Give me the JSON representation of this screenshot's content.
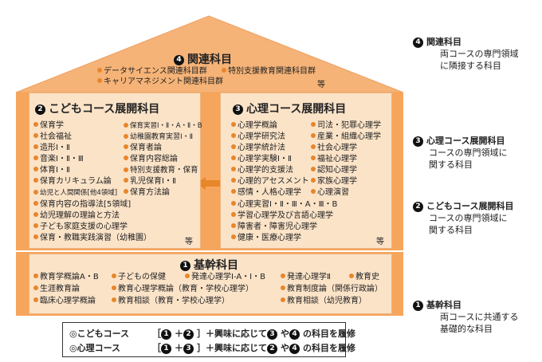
{
  "roof": {
    "number": "4",
    "title": "関連科目",
    "items": [
      "データサイエンス関連科目群",
      "特別支援教育関連科目群",
      "キャリアマネジメント関連科目群"
    ],
    "etc": "等"
  },
  "kodomo": {
    "number": "2",
    "title": "こどもコース展開科目",
    "col1": [
      "保育学",
      "社会福祉",
      "造形Ⅰ・Ⅱ",
      "音楽Ⅰ・Ⅱ・Ⅲ",
      "体育Ⅰ・Ⅱ",
      "保育カリキュラム論",
      "幼児と人間関係[他4領域]"
    ],
    "col2": [
      "保育実習Ⅰ・Ⅱ・A・Ⅱ・B",
      "幼稚園教育実習Ⅰ・Ⅱ",
      "保育者論",
      "保育内容総論",
      "特別支援教育・保育",
      "乳児保育Ⅰ・Ⅱ",
      "保育方法論"
    ],
    "wide": [
      "保育内容の指導法[5領域]",
      "幼児理解の理論と方法",
      "子ども家庭支援の心理学",
      "保育・教職実践演習（幼稚園）"
    ],
    "etc": "等"
  },
  "shinri": {
    "number": "3",
    "title": "心理コース展開科目",
    "col1": [
      "心理学概論",
      "心理学研究法",
      "心理学統計法",
      "心理学実験Ⅰ・Ⅱ",
      "心理学的支援法",
      "心理的アセスメント",
      "感情・人格心理学"
    ],
    "col2": [
      "司法・犯罪心理学",
      "産業・組織心理学",
      "社会心理学",
      "福祉心理学",
      "認知心理学",
      "家族心理学",
      "心理演習"
    ],
    "wide": [
      "心理実習Ⅰ・Ⅱ・Ⅲ・A・Ⅲ・B",
      "学習心理学及び言語心理学",
      "障害者・障害児心理学",
      "健康・医療心理学"
    ],
    "etc": "等"
  },
  "kikan": {
    "number": "1",
    "title": "基幹科目",
    "col1": [
      "教育学概論A・B",
      "生涯教育論",
      "臨床心理学概論"
    ],
    "col2": [
      "子どもの保健",
      "教育心理学概論（教育・学校心理学）",
      "教育相談（教育・学校心理学）"
    ],
    "col3": [
      "発達心理学Ⅰ-A・Ⅰ・B"
    ],
    "col4": [
      "発達心理学Ⅱ",
      "教育制度論（関係行政論）",
      "教育相談（幼児教育）"
    ],
    "col5": [
      "教育史"
    ]
  },
  "side": [
    {
      "number": "4",
      "title": "関連科目",
      "desc": [
        "両コースの専門領域",
        "に隣接する科目"
      ]
    },
    {
      "number": "3",
      "title": "心理コース展開科目",
      "desc": [
        "コースの専門領域に",
        "関する科目"
      ]
    },
    {
      "number": "2",
      "title": "こどもコース展開科目",
      "desc": [
        "コースの専門領域に",
        "関する科目"
      ]
    },
    {
      "number": "1",
      "title": "基幹科目",
      "desc": [
        "両コースに共通する",
        "基礎的な科目"
      ]
    }
  ],
  "legend": [
    {
      "course": "◎こどもコース",
      "prefix": "［",
      "a": "1",
      "plus": "＋",
      "b": "2",
      "mid": "］＋興味に応じて",
      "c": "3",
      "ya": "や",
      "d": "4",
      "tail": "の科目を履修"
    },
    {
      "course": "◎心理コース",
      "prefix": "［",
      "a": "1",
      "plus": "＋",
      "b": "3",
      "mid": "］＋興味に応じて",
      "c": "2",
      "ya": "や",
      "d": "4",
      "tail": "の科目を履修"
    }
  ],
  "colors": {
    "accent": "#e8862a",
    "panel": "#fbe3c8",
    "roof": "#f6a55c"
  }
}
